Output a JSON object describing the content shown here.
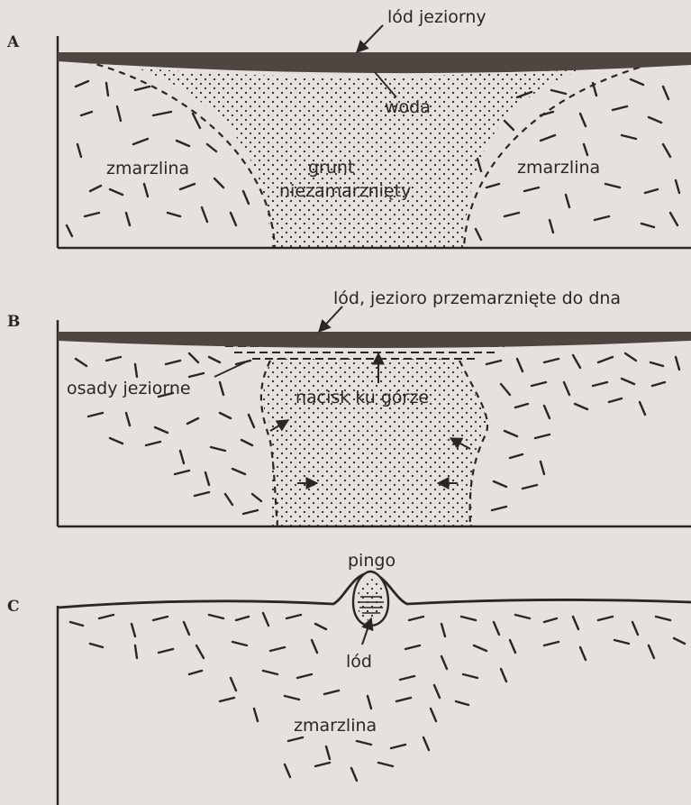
{
  "colors": {
    "paper": "#e6e1dc",
    "ink": "#2b2523",
    "ice": "#4f4642"
  },
  "panels": {
    "A": {
      "letter": "A",
      "labels": {
        "lake_ice": "lód jeziorny",
        "water": "woda",
        "permafrost_left": "zmarzlina",
        "unfrozen_ground_line1": "grunt",
        "unfrozen_ground_line2": "niezamarznięty",
        "permafrost_right": "zmarzlina"
      }
    },
    "B": {
      "letter": "B",
      "labels": {
        "ice_frozen_lake": "lód, jezioro przemarznięte do dna",
        "lake_sediments": "osady jeziorne",
        "upward_pressure": "nacisk ku górze"
      }
    },
    "C": {
      "letter": "C",
      "labels": {
        "pingo": "pingo",
        "ice": "lód",
        "permafrost": "zmarzlina"
      }
    }
  }
}
